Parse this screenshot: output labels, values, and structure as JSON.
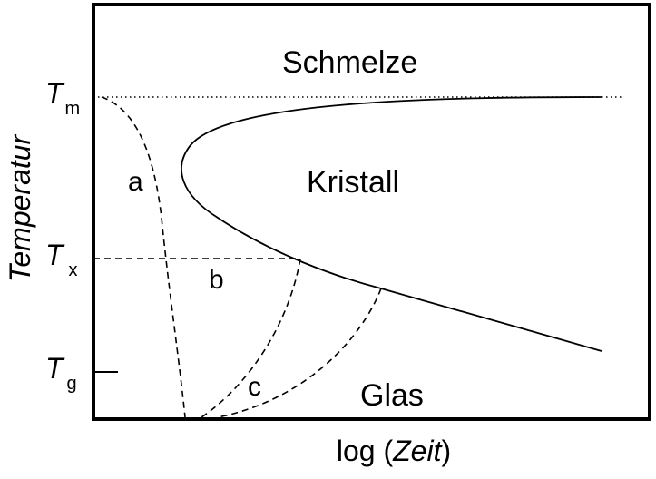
{
  "regions": {
    "melt": "Schmelze",
    "crystal": "Kristall",
    "glass": "Glas"
  },
  "curve_labels": {
    "a": "a",
    "b": "b",
    "c": "c"
  },
  "y_ticks": [
    {
      "main": "T",
      "sub": "m"
    },
    {
      "main": "T",
      "sub": "x"
    },
    {
      "main": "T",
      "sub": "g"
    }
  ],
  "axes": {
    "ylabel": "Temperatur",
    "xlabel_prefix": "log (",
    "xlabel_italic": "Zeit",
    "xlabel_suffix": ")"
  }
}
